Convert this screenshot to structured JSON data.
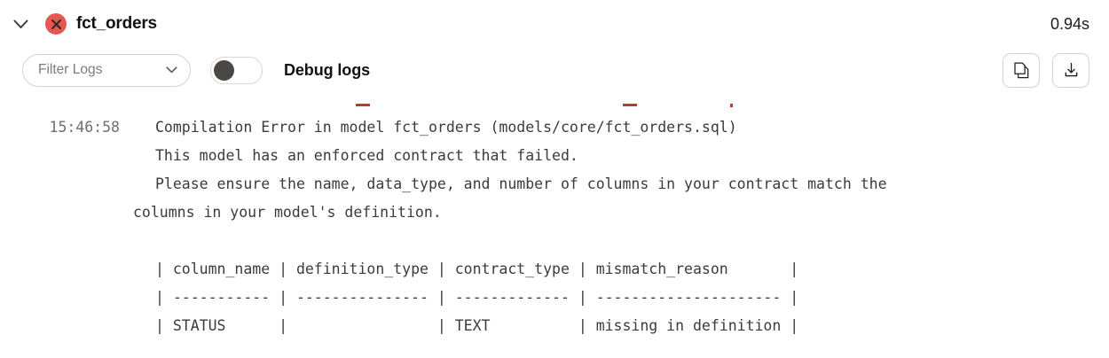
{
  "header": {
    "collapse_icon": "chevron-down-icon",
    "status_icon": "error-circle-x-icon",
    "status_color": "#e4584f",
    "model_name": "fct_orders",
    "duration": "0.94s"
  },
  "toolbar": {
    "filter_label": "Filter Logs",
    "filter_chevron_icon": "chevron-down-icon",
    "debug_toggle": {
      "label": "Debug logs",
      "state": "off"
    },
    "copy_button": {
      "icon": "copy-icon",
      "label": ""
    },
    "download_button": {
      "icon": "download-icon",
      "label": ""
    }
  },
  "log": {
    "timestamp": "15:46:58",
    "line1": "Compilation Error in model fct_orders (models/core/fct_orders.sql)",
    "line2": "This model has an enforced contract that failed.",
    "line3": "Please ensure the name, data_type, and number of columns in your contract match the",
    "line3_cont": "columns in your model's definition.",
    "table": {
      "header": "| column_name | definition_type | contract_type | mismatch_reason       |",
      "separator": "| ----------- | --------------- | ------------- | --------------------- |",
      "row1": "| STATUS      |                 | TEXT          | missing in definition |"
    }
  }
}
